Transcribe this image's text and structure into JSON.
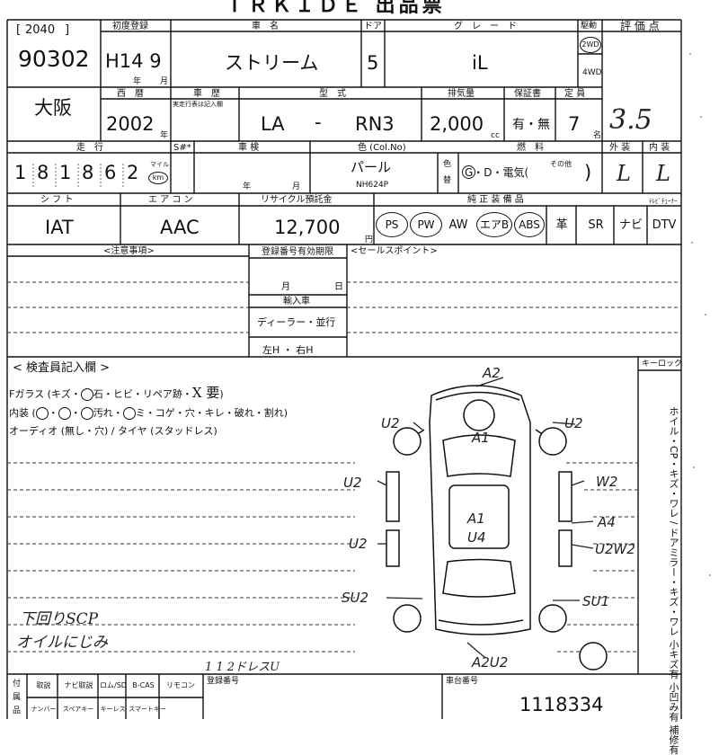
{
  "header_title": "ＴＲＫＩＤＥ 出品票",
  "lot": {
    "label": "2040",
    "number": "90302"
  },
  "first_reg": {
    "label": "初度登録",
    "value": "H14 9",
    "nen": "年",
    "tsuki": "月"
  },
  "car_name": {
    "label": "車　名",
    "value": "ストリーム"
  },
  "doors": {
    "label": "ドア",
    "value": "5"
  },
  "grade": {
    "label": "グ　レ　ー　ド",
    "value": "iL"
  },
  "drive": {
    "label": "駆動",
    "two": "2WD",
    "four": "4WD"
  },
  "score": {
    "label": "評 価 点",
    "value": "3.5"
  },
  "region": {
    "value": "大阪"
  },
  "year": {
    "label": "西　暦",
    "value": "2002",
    "nen": "年"
  },
  "sha_reki": {
    "label": "車　歴",
    "sub": "実走行表は記入欄"
  },
  "model": {
    "label": "型　式",
    "prefix": "LA",
    "dash": "-",
    "code": "RN3"
  },
  "displacement": {
    "label": "排気量",
    "value": "2,000",
    "unit": "cc"
  },
  "warranty": {
    "label": "保証書",
    "value": "有・無"
  },
  "capacity": {
    "label": "定 員",
    "value": "7",
    "unit": "名"
  },
  "mileage": {
    "label": "走　行",
    "digits": [
      "1",
      "8",
      "1",
      "8",
      "6",
      "2"
    ],
    "unit_mile": "マイル",
    "unit_km": "km"
  },
  "shaken": {
    "label": "車 検",
    "nen": "年",
    "tsuki": "月"
  },
  "sash": {
    "label": "S#*"
  },
  "color": {
    "label": "色 (Col.No)",
    "value": "パール",
    "code": "NH624P",
    "kae_1": "色",
    "kae_2": "替"
  },
  "fuel": {
    "label": "燃　料",
    "value": "G・D・電気(",
    "other": "その他",
    "close": ")"
  },
  "exterior": {
    "label": "外 装",
    "value": "L"
  },
  "interior": {
    "label": "内 装",
    "value": "L"
  },
  "shift": {
    "label": "シ フ ト",
    "value": "IAT"
  },
  "aircon": {
    "label": "エ ア コ ン",
    "value": "AAC"
  },
  "recycle": {
    "label": "リサイクル預託金",
    "value": "12,700",
    "unit": "円"
  },
  "equipment": {
    "label": "純 正 装 備 品",
    "tuner": "ﾃﾚﾋﾞﾁｭｰﾅｰ",
    "items": [
      "PS",
      "PW",
      "AW",
      "エアB",
      "ABS",
      "革",
      "SR",
      "ナビ",
      "DTV"
    ]
  },
  "notes": {
    "label": "<注意事項>"
  },
  "registration": {
    "label": "登録番号有効期限",
    "month": "月",
    "day": "日"
  },
  "import": {
    "label": "輸入車",
    "value": "ディーラー・並行",
    "handle": "左H ・ 右H"
  },
  "sales_point": {
    "label": "<セールスポイント>"
  },
  "inspector": {
    "label": "< 検査員記入欄 >",
    "line1_a": "Fガラス (キズ・",
    "line1_b": "石・ヒビ・リペア跡・",
    "line1_x": "X 要",
    "line1_c": ")",
    "line2_a": "内装 (",
    "line2_b": "・",
    "line2_c": "・",
    "line2_d": "汚れ・",
    "line2_e": "ミ・コゲ・穴・キレ・破れ・割れ)",
    "line3": "オーディオ (無し・穴) / タイヤ (スタッドレス)"
  },
  "key_lock": {
    "label": "キーロック"
  },
  "side_vertical": {
    "label": "ホイル・CP・キズ・ワレ / ドアミラー・キズ・ワレ 小キズ有 小凹み有 補修有"
  },
  "diagram": {
    "marks": [
      "A2",
      "A1",
      "U2",
      "U2",
      "U2",
      "W2",
      "A1",
      "U4",
      "A4",
      "U2",
      "U2W2",
      "SU2",
      "SU1",
      "A2U2"
    ]
  },
  "handwritten": {
    "line1": "下回りSCP",
    "line2": "オイルにじみ",
    "line3": "1 1 2ドレスU"
  },
  "bottom": {
    "items_row1": [
      "取説",
      "ナビ取説",
      "ロム/SD",
      "B-CAS",
      "リモコン"
    ],
    "items_row2": [
      "ナンバー",
      "スペアキー",
      "キーレス",
      "スマートキー"
    ],
    "side_1": "付",
    "side_2": "属",
    "side_3": "品",
    "reg_no_label": "登録番号",
    "chassis_label": "車台番号",
    "chassis_value": "1118334"
  }
}
